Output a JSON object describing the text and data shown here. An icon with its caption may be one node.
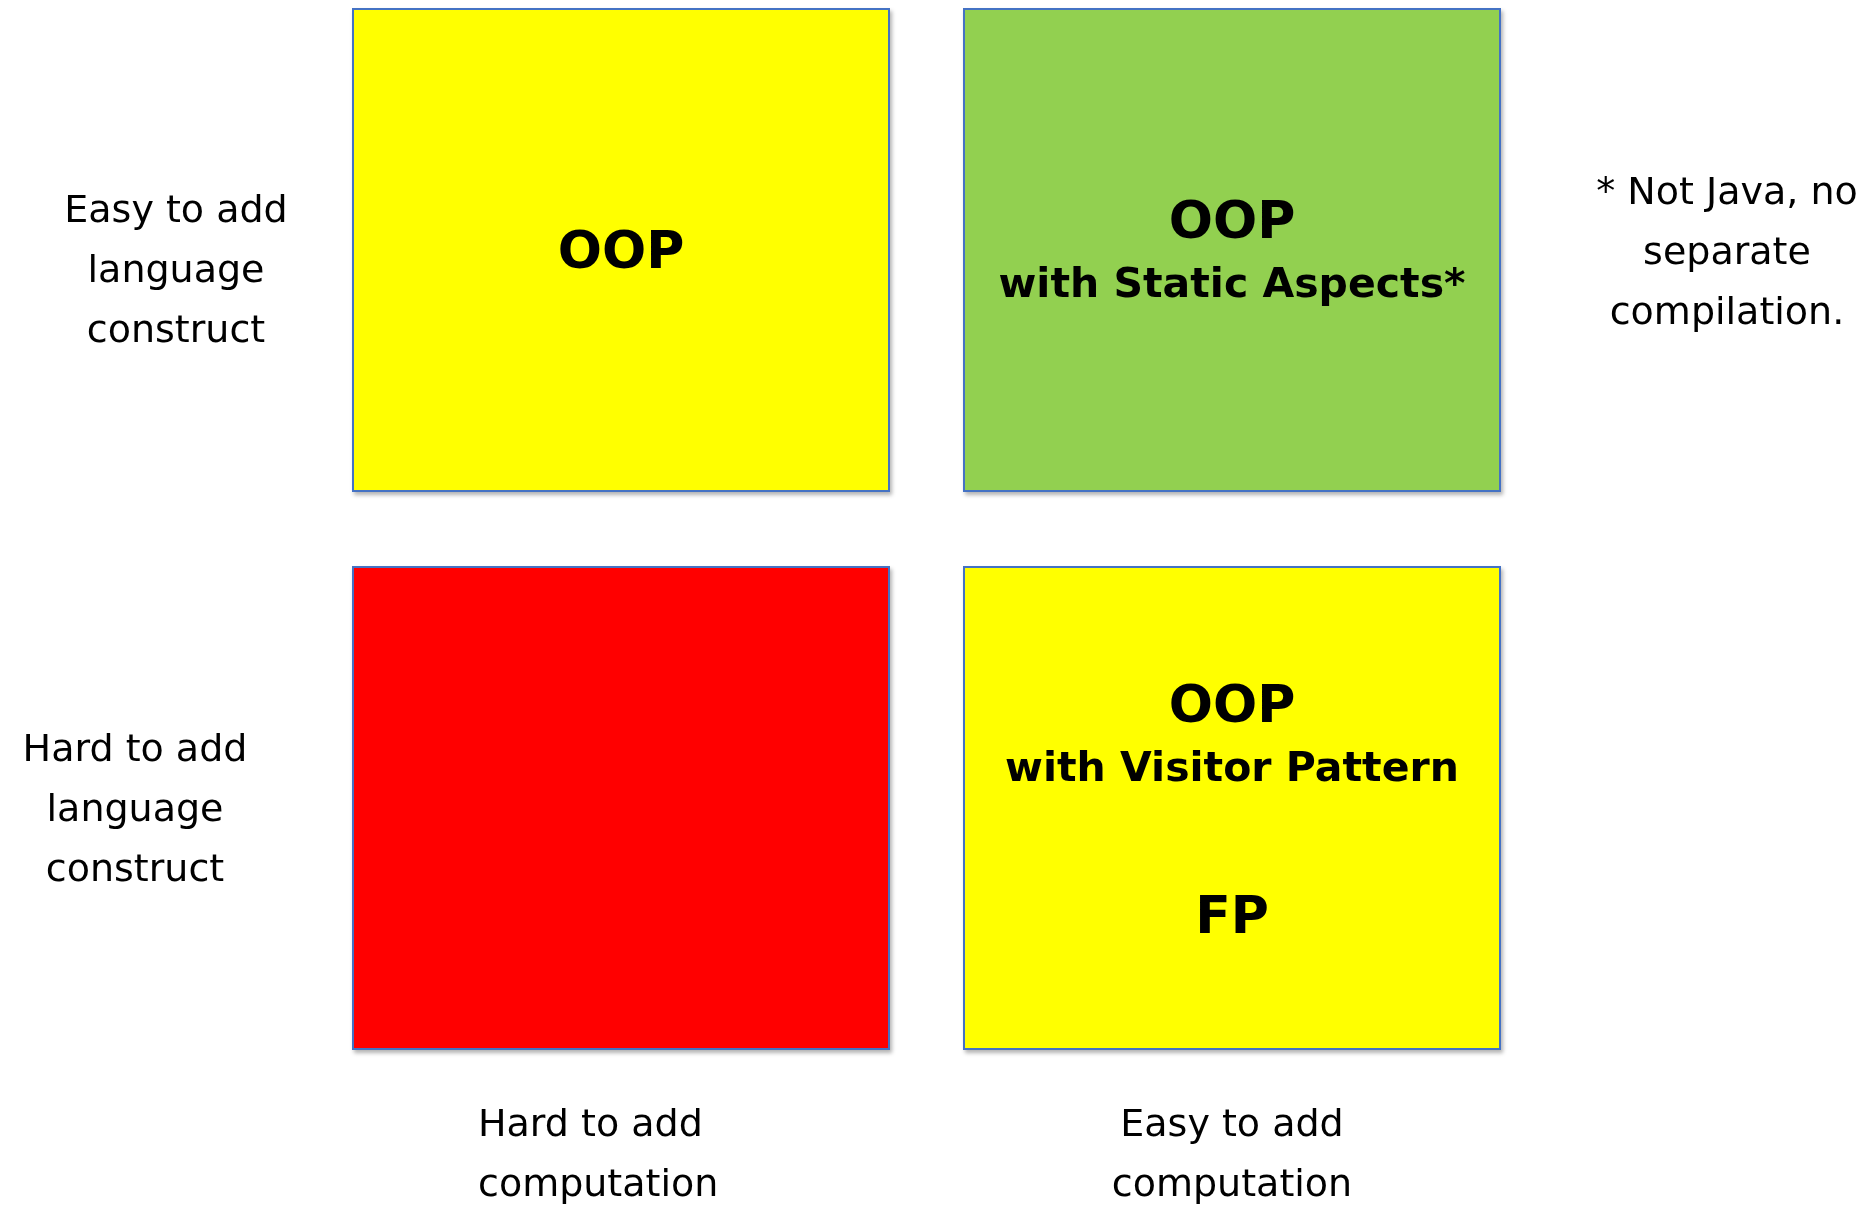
{
  "diagram": {
    "nodes": [
      {
        "text": [
          "OOP"
        ]
      },
      {
        "text": [
          "OOP",
          "with Static Aspects*"
        ]
      },
      {
        "text": [],
        "shape": "box"
      },
      {
        "text": [
          "OOP",
          "with Visitor Pattern",
          "FP"
        ]
      }
    ],
    "labels": [
      "Easy to add language construct",
      "* Not Java, no separate compilation.",
      "Hard to add language construct",
      "Hard to add computation",
      "Easy to add computation"
    ]
  }
}
